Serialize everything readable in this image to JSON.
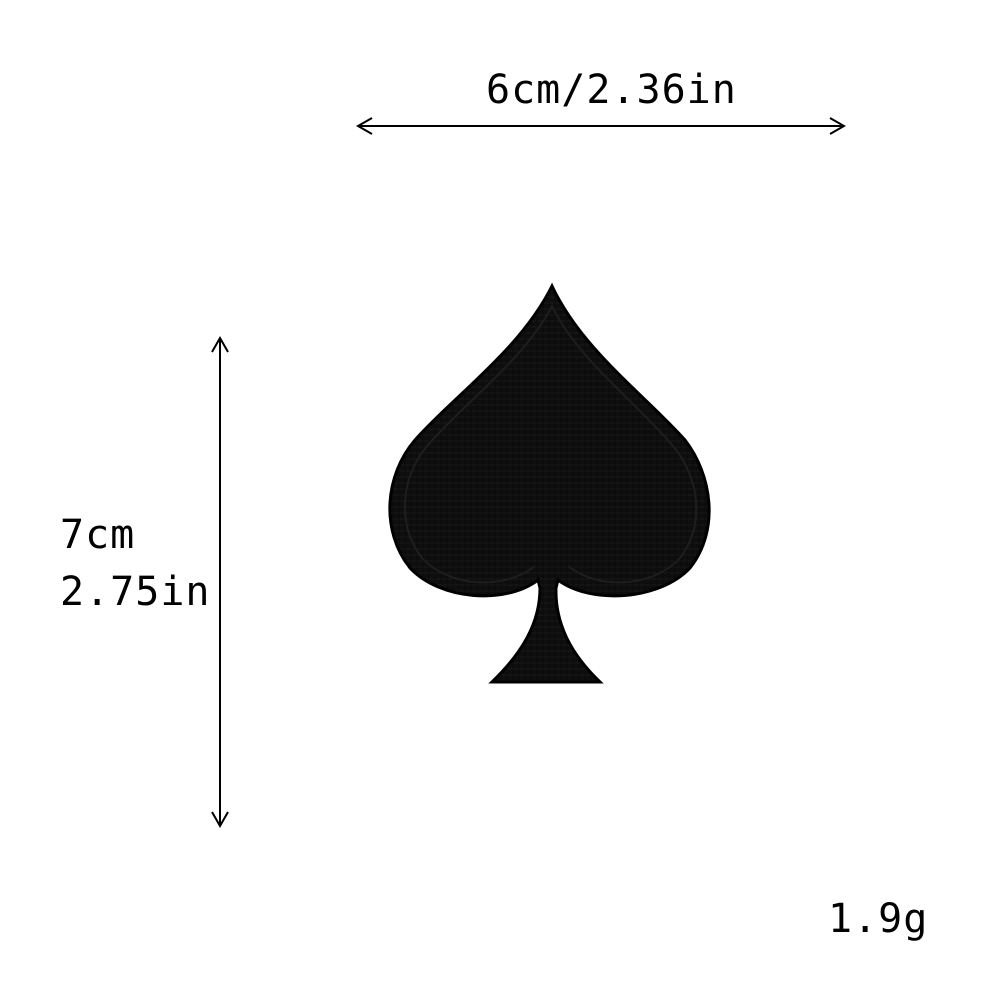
{
  "dimensions": {
    "width_label": "6cm/2.36in",
    "height_cm_label": "7cm",
    "height_in_label": "2.75in"
  },
  "weight_label": "1.9g",
  "product": {
    "icon": "spade-icon",
    "color": "#0b0b0b"
  }
}
